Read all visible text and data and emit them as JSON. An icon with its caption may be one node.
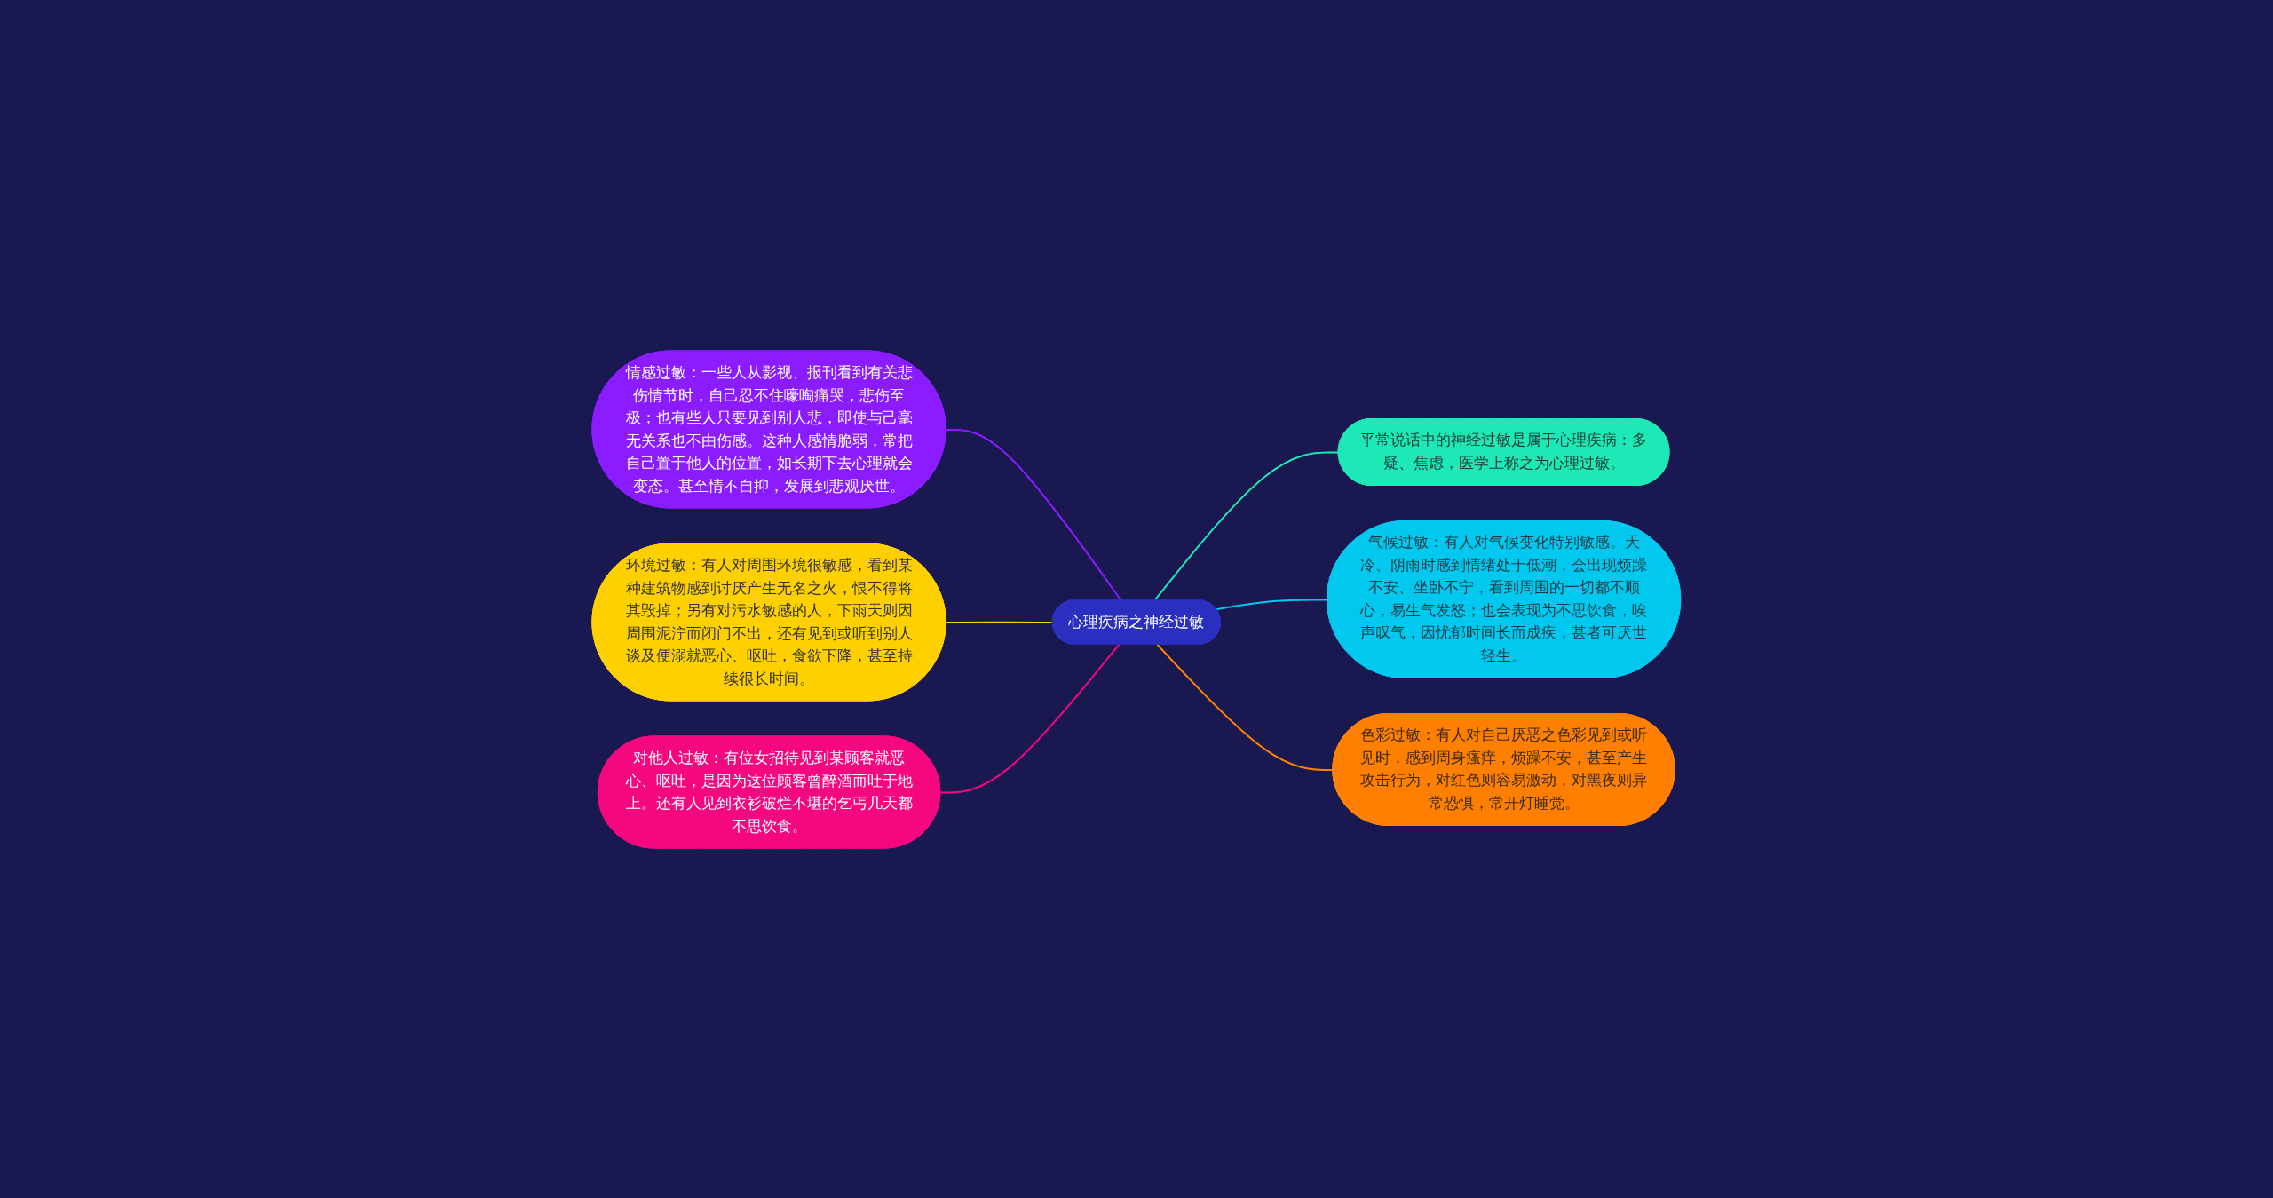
{
  "diagram": {
    "nodes": [
      {
        "text": [
          "心理疾病之神经过敏"
        ]
      },
      {
        "text": [
          "情感过敏：一些人从影视、报刊看到有关悲伤情节时，自己忍不住嚎啕痛哭，悲伤至极；也有些人只要见到别人悲，即使与己毫无关系也不由伤感。这种人感情脆弱，常把自己置于他人的位置，如长期下去心理就会变态。甚至情不自抑，发展到悲观厌世。"
        ]
      },
      {
        "text": [
          "环境过敏：有人对周围环境很敏感，看到某种建筑物感到讨厌产生无名之火，恨不得将其毁掉；另有对污水敏感的人，下雨天则因周围泥泞而闭门不出，还有见到或听到别人谈及便溺就恶心、呕吐，食欲下降，甚至持续很长时间。"
        ]
      },
      {
        "text": [
          "对他人过敏：有位女招待见到某顾客就恶心、呕吐，是因为这位顾客曾醉酒而吐于地上。还有人见到衣衫破烂不堪的乞丐几天都不思饮食。"
        ]
      },
      {
        "text": [
          "平常说话中的神经过敏是属于心理疾病：多疑、焦虑，医学上称之为心理过敏。"
        ]
      },
      {
        "text": [
          "气候过敏：有人对气候变化特别敏感。天冷、阴雨时感到情绪处于低潮，会出现烦躁不安、坐卧不宁，看到周围的一切都不顺心，易生气发怒；也会表现为不思饮食，唉声叹气，因忧郁时间长而成疾，甚者可厌世轻生。"
        ]
      },
      {
        "text": [
          "色彩过敏：有人对自己厌恶之色彩见到或听见时，感到周身瘙痒，烦躁不安，甚至产生攻击行为，对红色则容易激动，对黑夜则异常恐惧，常开灯睡觉。"
        ]
      }
    ],
    "edges": [
      {
        "from": 1,
        "to": 0,
        "arrow": "none",
        "color": "#8a1cff"
      },
      {
        "from": 2,
        "to": 0,
        "arrow": "none",
        "color": "#ffd000"
      },
      {
        "from": 3,
        "to": 0,
        "arrow": "none",
        "color": "#f5077f"
      },
      {
        "from": 0,
        "to": 4,
        "arrow": "none",
        "color": "#1de9b6"
      },
      {
        "from": 0,
        "to": 5,
        "arrow": "none",
        "color": "#00c8ef"
      },
      {
        "from": 0,
        "to": 6,
        "arrow": "none",
        "color": "#ff7f00"
      }
    ]
  }
}
